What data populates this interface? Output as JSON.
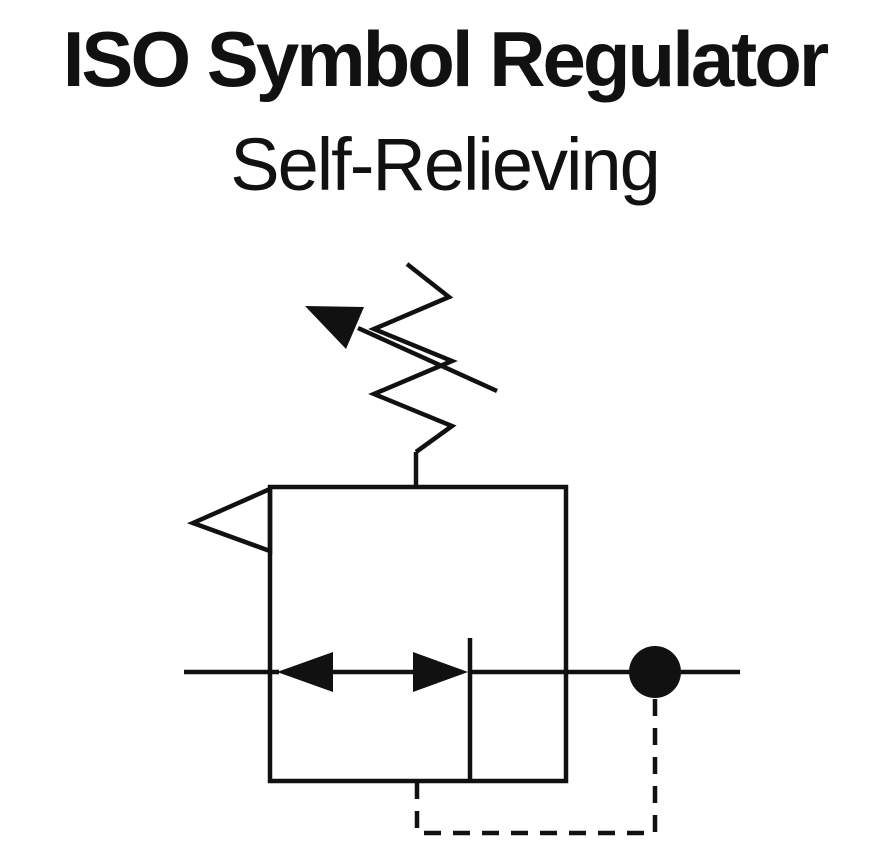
{
  "page": {
    "title": "ISO Symbol Regulator",
    "subtitle": "Self-Relieving"
  },
  "colors": {
    "ink": "#111111",
    "background": "#ffffff"
  },
  "diagram": {
    "label": "ISO schematic symbol of a self-relieving pressure regulator",
    "parts": {
      "adjustable_spring": "tilted zigzag spring crossed by an adjustment arrow",
      "relief_vent": "hollow left-pointing exhaust triangle on upper-left of body",
      "body": "square regulator envelope",
      "flow_path": "horizontal flow line with opposed solid arrowheads meeting a vertical seat line",
      "pressure_pickup": "solid filled circle on the downstream line",
      "pilot_line": "dashed feedback line from pickup circle to bottom of body"
    }
  }
}
